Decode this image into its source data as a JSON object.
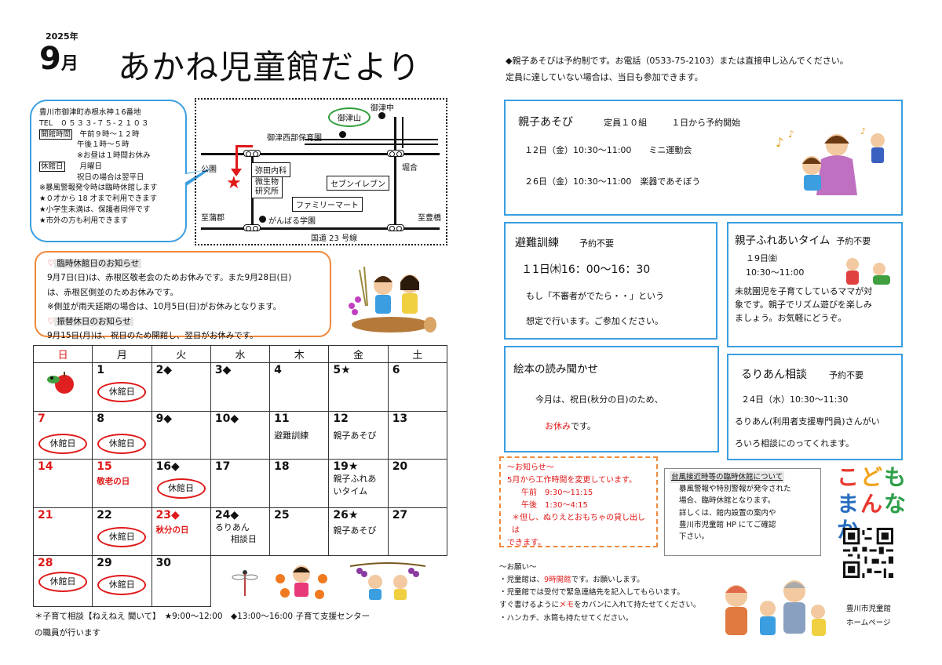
{
  "header": {
    "year": "2025年",
    "month_num": "9",
    "month_unit": "月",
    "title": "あかね児童館だより"
  },
  "info": {
    "address": "豊川市御津町赤根水神１6番地",
    "tel_label": "TEL",
    "tel": "０５３３-７５-２１０３",
    "hours_label": "開館時間",
    "hours_am": "午前９時～１２時",
    "hours_pm": "午後１時～５時",
    "hours_note": "※お昼は１時間お休み",
    "closed_label": "休館日",
    "closed_day": "月曜日",
    "closed_holiday": "祝日の場合は翌平日",
    "rule1": "※暴風警報発令時は臨時休館します",
    "rule2": "★０才から 18 才まで利用できます",
    "rule3": "★小学生未満は、保護者同伴です",
    "rule4": "★市外の方も利用できます"
  },
  "map": {
    "mitsu_naka": "御津中",
    "mitsu_yama": "御津山",
    "hoikuen": "御津西部保育園",
    "koen": "公園",
    "yata": "弥田内科",
    "biseibutsu": "微生物\n研究所",
    "seven": "セブンイレブン",
    "family": "ファミリーマート",
    "horiai": "堀合",
    "gamba": "がんばる学園",
    "to_gamagori": "至蒲郡",
    "to_toyohashi": "至豊橋",
    "route": "国道 23 号線"
  },
  "notice": {
    "h1": "臨時休館日のお知らせ",
    "l1": "9月7日(日)は、赤根区敬老会のためお休みです。また9月28日(日)",
    "l2": "は、赤根区側並のためお休みです。",
    "l3": "※側並が雨天延期の場合は、10月5日(日)がお休みとなります。",
    "h2": "振替休日のお知らせ",
    "l4": "9月15日(月)は、祝日のため開館し、翌日がお休みです。"
  },
  "calendar": {
    "weekdays": [
      "日",
      "月",
      "火",
      "水",
      "木",
      "金",
      "土"
    ],
    "d1": "1",
    "d2": "2◆",
    "d3": "3◆",
    "d4": "4",
    "d5": "5★",
    "d6": "6",
    "d7": "7",
    "d8": "8",
    "d9": "9◆",
    "d10": "10◆",
    "d11": "11",
    "d12": "12",
    "d13": "13",
    "d14": "14",
    "d15": "15",
    "d16": "16◆",
    "d17": "17",
    "d18": "18",
    "d19": "19★",
    "d20": "20",
    "d21": "21",
    "d22": "22",
    "d23": "23◆",
    "d24": "24◆",
    "d25": "25",
    "d26": "26★",
    "d27": "27",
    "d28": "28",
    "d29": "29",
    "d30": "30",
    "kyukan": "休館日",
    "hinan": "避難訓練",
    "oyako": "親子あそび",
    "keiro": "敬老の日",
    "fureai": "親子ふれあいタイム",
    "shubun": "秋分の日",
    "rurian": "るりあん",
    "soudanbi": "相談日"
  },
  "footnote": {
    "l1": "＊子育て相談【ねえねえ 聞いて】　★9:00～12:00　◆13:00～16:00  子育て支援センター",
    "l2": "の職員が行います"
  },
  "intro": {
    "l1": "◆親子あそびは予約制です。お電話（0533-75-2103）または直接申し込んでください。",
    "l2": "定員に達していない場合は、当日も参加できます。"
  },
  "asobi": {
    "title": "親子あそび",
    "cap": "定員１０組",
    "start": "１日から予約開始",
    "e1_date": "１2日（金）10:30～11:00",
    "e1_name": "ミニ運動会",
    "e2_date": "２6日（金）10:30～11:00",
    "e2_name": "楽器であそぼう"
  },
  "hinan": {
    "title": "避難訓練",
    "res": "予約不要",
    "date": "１1日㈭16：00～16：30",
    "l1": "もし「不審者がでたら・・」という",
    "l2": "想定で行います。ご参加ください。"
  },
  "fureai": {
    "title": "親子ふれあいタイム",
    "res": "予約不要",
    "date": "１9日㈮",
    "time": "10:30～11:00",
    "l1": "未就園児を子育てしているママが対",
    "l2": "象です。親子でリズム遊びを楽しみ",
    "l3": "ましょう。お気軽にどうぞ。"
  },
  "ehon": {
    "title": "絵本の読み聞かせ",
    "l1": "今月は、祝日(秋分の日)のため、",
    "l2_red": "お休み",
    "l2_rest": "です。"
  },
  "rurian": {
    "title": "るりあん相談",
    "res": "予約不要",
    "date": "２4日（水）10:30～11:30",
    "l1": "るりあん(利用者支援専門員)さんがい",
    "l2": "ろいろ相談にのってくれます。"
  },
  "caution": {
    "h": "～お知らせ～",
    "l1": "5月から工作時間を変更しています。",
    "am": "午前　9:30～11:15",
    "pm": "午後　1:30～4:15",
    "l2": "＊但し、ぬりえとおもちゃの貸し出しは",
    "l3": "できます。"
  },
  "typhoon": {
    "h": "台風接近時等の臨時休館について",
    "l1": "暴風警報や特別警報が発令された",
    "l2": "場合、臨時休館となります。",
    "l3": "詳しくは、館内設置の案内や",
    "l4": "豊川市児童館 HP にてご確認",
    "l5": "下さい。"
  },
  "request": {
    "h": "～お願い～",
    "l1a": "・児童館は、",
    "l1r": "9時開館",
    "l1b": "です。お願いします。",
    "l2": "・児童館では受付で緊急連絡先を記入してもらいます。",
    "l3a": "すぐ書けるように",
    "l3r": "メモ",
    "l3b": "をカバンに入れて持たせてください。",
    "l4": "・ハンカチ、水筒も持たせてください。"
  },
  "kodomo": {
    "l1": "こども",
    "l2": "まんなか"
  },
  "hp": {
    "l1": "豊川市児童館",
    "l2": "ホームページ"
  },
  "colors": {
    "blue": "#3a9ee0",
    "orange": "#f08a3c",
    "red": "#e01818"
  }
}
